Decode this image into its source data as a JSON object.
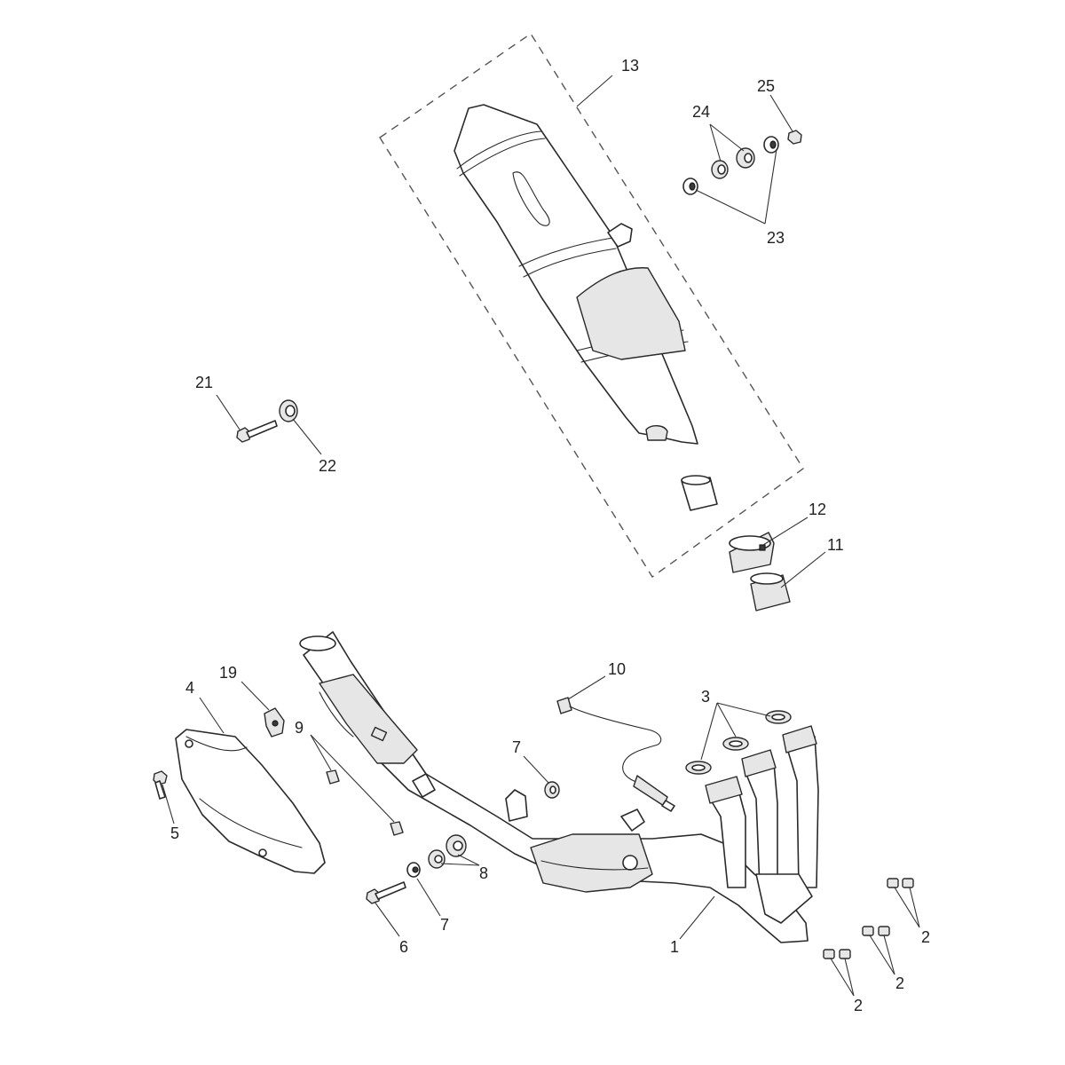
{
  "callouts": [
    {
      "id": "c13",
      "label": "13"
    },
    {
      "id": "c24",
      "label": "24"
    },
    {
      "id": "c25",
      "label": "25"
    },
    {
      "id": "c23",
      "label": "23"
    },
    {
      "id": "c21",
      "label": "21"
    },
    {
      "id": "c22",
      "label": "22"
    },
    {
      "id": "c12",
      "label": "12"
    },
    {
      "id": "c11",
      "label": "11"
    },
    {
      "id": "c10",
      "label": "10"
    },
    {
      "id": "c4",
      "label": "4"
    },
    {
      "id": "c19",
      "label": "19"
    },
    {
      "id": "c3",
      "label": "3"
    },
    {
      "id": "c9",
      "label": "9"
    },
    {
      "id": "c7a",
      "label": "7"
    },
    {
      "id": "c5",
      "label": "5"
    },
    {
      "id": "c8",
      "label": "8"
    },
    {
      "id": "c6",
      "label": "6"
    },
    {
      "id": "c7b",
      "label": "7"
    },
    {
      "id": "c1",
      "label": "1"
    },
    {
      "id": "c2a",
      "label": "2"
    },
    {
      "id": "c2b",
      "label": "2"
    },
    {
      "id": "c2c",
      "label": "2"
    }
  ]
}
